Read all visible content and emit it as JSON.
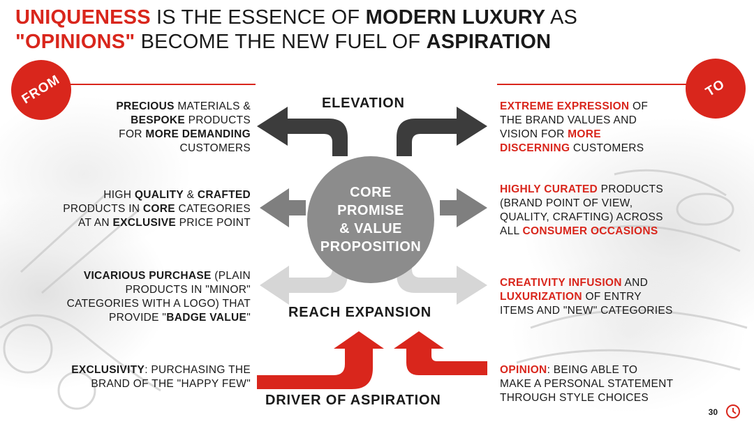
{
  "title": {
    "l1a": "UNIQUENESS",
    "l1b": " IS THE ESSENCE OF ",
    "l1c": "MODERN LUXURY",
    "l1d": " AS",
    "l2a": "\"OPINIONS\"",
    "l2b": " BECOME THE NEW FUEL OF ",
    "l2c": "ASPIRATION"
  },
  "badges": {
    "from": "FROM",
    "to": "TO"
  },
  "labels": {
    "elevation": "ELEVATION",
    "reach": "REACH EXPANSION",
    "driver": "DRIVER OF ASPIRATION"
  },
  "core": {
    "l1": "CORE",
    "l2": "PROMISE",
    "l3": "& VALUE",
    "l4": "PROPOSITION"
  },
  "from": {
    "i1": {
      "a": "PRECIOUS",
      "b": " MATERIALS &",
      "c": "BESPOKE",
      "d": " PRODUCTS",
      "e": "FOR ",
      "f": "MORE DEMANDING",
      "g": "CUSTOMERS"
    },
    "i2": {
      "a": "HIGH ",
      "b": "QUALITY",
      "c": " & ",
      "d": "CRAFTED",
      "e": "PRODUCTS IN ",
      "f": "CORE",
      "g": " CATEGORIES",
      "h": "AT AN ",
      "i": "EXCLUSIVE",
      "j": " PRICE POINT"
    },
    "i3": {
      "a": "VICARIOUS PURCHASE",
      "b": " (PLAIN",
      "c": "PRODUCTS IN \"MINOR\"",
      "d": "CATEGORIES WITH A LOGO) THAT",
      "e": "PROVIDE \"",
      "f": "BADGE VALUE",
      "g": "\""
    },
    "i4": {
      "a": "EXCLUSIVITY",
      "b": ": PURCHASING THE",
      "c": "BRAND OF THE \"HAPPY FEW\""
    }
  },
  "to": {
    "i1": {
      "a": "EXTREME EXPRESSION",
      "b": " OF",
      "c": "THE BRAND VALUES AND",
      "d": "VISION FOR ",
      "e": "MORE",
      "f": "DISCERNING",
      "g": " CUSTOMERS"
    },
    "i2": {
      "a": "HIGHLY CURATED",
      "b": " PRODUCTS",
      "c": "(BRAND POINT OF VIEW,",
      "d": "QUALITY, CRAFTING) ACROSS",
      "e": "ALL ",
      "f": "CONSUMER OCCASIONS"
    },
    "i3": {
      "a": "CREATIVITY INFUSION",
      "b": " AND",
      "c": "LUXURIZATION",
      "d": " OF ENTRY",
      "e": "ITEMS AND \"NEW\" CATEGORIES"
    },
    "i4": {
      "a": "OPINION",
      "b": ": BEING ABLE TO",
      "c": "MAKE A PERSONAL STATEMENT",
      "d": "THROUGH STYLE CHOICES"
    }
  },
  "page": {
    "number": "30"
  },
  "colors": {
    "accent": "#d9261c",
    "dark_arrow": "#3c3c3c",
    "mid_arrow": "#7f7f7f",
    "light_arrow": "#d6d6d6",
    "core": "#8c8c8c"
  }
}
